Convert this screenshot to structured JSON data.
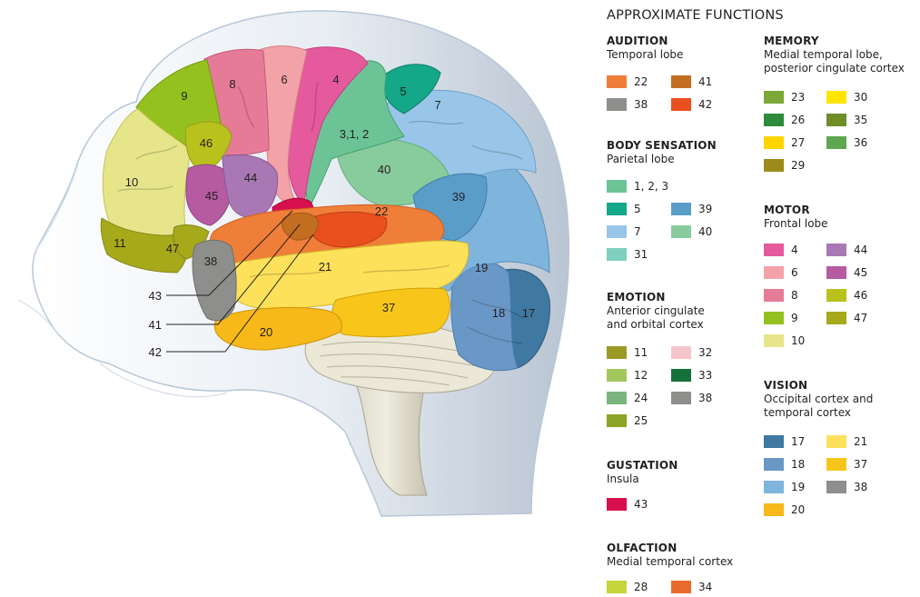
{
  "legend_title": "APPROXIMATE FUNCTIONS",
  "groups": [
    {
      "id": "audition",
      "title": "AUDITION",
      "subtitle": [
        "Temporal lobe"
      ],
      "items": [
        {
          "label": "22",
          "color": "#ef7e39"
        },
        {
          "label": "41",
          "color": "#c46e22"
        },
        {
          "label": "38",
          "color": "#8e8e8c"
        },
        {
          "label": "42",
          "color": "#e8501e"
        }
      ]
    },
    {
      "id": "body-sensation",
      "title": "BODY SENSATION",
      "subtitle": [
        "Parietal lobe"
      ],
      "items": [
        {
          "label": "1, 2, 3",
          "color": "#6cc496"
        },
        {
          "label": "5",
          "color": "#14a788"
        },
        {
          "label": "39",
          "color": "#5a9dc9"
        },
        {
          "label": "7",
          "color": "#99c6e8"
        },
        {
          "label": "40",
          "color": "#88cc9e"
        },
        {
          "label": "31",
          "color": "#7fcfc0"
        }
      ]
    },
    {
      "id": "emotion",
      "title": "EMOTION",
      "subtitle": [
        "Anterior cingulate",
        "and orbital cortex"
      ],
      "items": [
        {
          "label": "11",
          "color": "#9a9a24"
        },
        {
          "label": "32",
          "color": "#f6c5cb"
        },
        {
          "label": "12",
          "color": "#a3c75c"
        },
        {
          "label": "33",
          "color": "#16703a"
        },
        {
          "label": "24",
          "color": "#7bb57d"
        },
        {
          "label": "38",
          "color": "#8e8e8c"
        },
        {
          "label": "25",
          "color": "#8ca323"
        }
      ]
    },
    {
      "id": "gustation",
      "title": "GUSTATION",
      "subtitle": [
        "Insula"
      ],
      "items": [
        {
          "label": "43",
          "color": "#d80f4f"
        }
      ]
    },
    {
      "id": "olfaction",
      "title": "OLFACTION",
      "subtitle": [
        "Medial temporal cortex"
      ],
      "items": [
        {
          "label": "28",
          "color": "#c7d43a"
        },
        {
          "label": "34",
          "color": "#ea6a2d"
        }
      ]
    },
    {
      "id": "memory",
      "title": "MEMORY",
      "subtitle": [
        "Medial temporal lobe,",
        "posterior cingulate cortex"
      ],
      "items": [
        {
          "label": "23",
          "color": "#7ca838"
        },
        {
          "label": "30",
          "color": "#ffe500"
        },
        {
          "label": "26",
          "color": "#2f8b3b"
        },
        {
          "label": "35",
          "color": "#6d8e28"
        },
        {
          "label": "27",
          "color": "#ffd500"
        },
        {
          "label": "36",
          "color": "#5ea64f"
        },
        {
          "label": "29",
          "color": "#9b8b1d"
        }
      ]
    },
    {
      "id": "motor",
      "title": "MOTOR",
      "subtitle": [
        "Frontal lobe"
      ],
      "items": [
        {
          "label": "4",
          "color": "#e55a9c"
        },
        {
          "label": "44",
          "color": "#a978b4"
        },
        {
          "label": "6",
          "color": "#f3a2a8"
        },
        {
          "label": "45",
          "color": "#b65ba1"
        },
        {
          "label": "8",
          "color": "#e57b97"
        },
        {
          "label": "46",
          "color": "#b9c21c"
        },
        {
          "label": "9",
          "color": "#95c11f"
        },
        {
          "label": "47",
          "color": "#a6a91a"
        },
        {
          "label": "10",
          "color": "#e6e58a"
        }
      ]
    },
    {
      "id": "vision",
      "title": "VISION",
      "subtitle": [
        "Occipital cortex and",
        "temporal cortex"
      ],
      "items": [
        {
          "label": "17",
          "color": "#3f78a1"
        },
        {
          "label": "21",
          "color": "#fde15a"
        },
        {
          "label": "18",
          "color": "#6a98c6"
        },
        {
          "label": "37",
          "color": "#f8c61a"
        },
        {
          "label": "19",
          "color": "#7fb4dc"
        },
        {
          "label": "38",
          "color": "#8e8e8c"
        },
        {
          "label": "20",
          "color": "#f7b81a"
        }
      ]
    }
  ],
  "brain_areas": [
    {
      "label": "4",
      "color": "#e55a9c"
    },
    {
      "label": "6",
      "color": "#f3a2a8"
    },
    {
      "label": "8",
      "color": "#e57b97"
    },
    {
      "label": "9",
      "color": "#95c11f"
    },
    {
      "label": "10",
      "color": "#e6e58a"
    },
    {
      "label": "11",
      "color": "#a6a91a"
    },
    {
      "label": "46",
      "color": "#b9c21c"
    },
    {
      "label": "45",
      "color": "#b65ba1"
    },
    {
      "label": "44",
      "color": "#a978b4"
    },
    {
      "label": "47",
      "color": "#a6a91a"
    },
    {
      "label": "43",
      "color": "#d80f4f"
    },
    {
      "label": "38",
      "color": "#8e8e8c"
    },
    {
      "label": "22",
      "color": "#ef7e39"
    },
    {
      "label": "21",
      "color": "#fde15a"
    },
    {
      "label": "20",
      "color": "#f7b81a"
    },
    {
      "label": "37",
      "color": "#f8c61a"
    },
    {
      "label": "3,1, 2",
      "color": "#6cc496"
    },
    {
      "label": "5",
      "color": "#14a788"
    },
    {
      "label": "7",
      "color": "#99c6e8"
    },
    {
      "label": "40",
      "color": "#88cc9e"
    },
    {
      "label": "39",
      "color": "#5a9dc9"
    },
    {
      "label": "19",
      "color": "#7fb4dc"
    },
    {
      "label": "18",
      "color": "#6a98c6"
    },
    {
      "label": "17",
      "color": "#3f78a1"
    },
    {
      "label": "41",
      "color": "#c46e22"
    },
    {
      "label": "42",
      "color": "#e8501e"
    }
  ],
  "callouts": [
    "43",
    "41",
    "42"
  ]
}
